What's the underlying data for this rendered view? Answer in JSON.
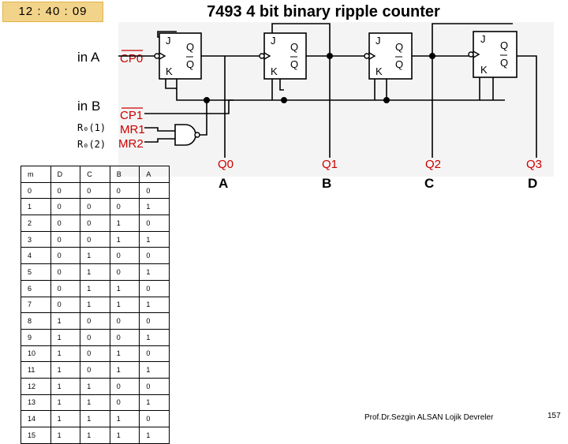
{
  "timer": "12 : 40 : 09",
  "title": "7493 4 bit binary ripple counter",
  "inputs": {
    "in_a": "in A",
    "in_b": "in B",
    "r0_1": "R₀(1)",
    "r0_2": "R₀(2)"
  },
  "pins": {
    "cp0": "CP0",
    "cp1": "CP1",
    "mr1": "MR1",
    "mr2": "MR2"
  },
  "flipflop": {
    "j": "J",
    "k": "K",
    "q": "Q",
    "qbar": "Q"
  },
  "outputs": {
    "q": [
      "Q0",
      "Q1",
      "Q2",
      "Q3"
    ],
    "letters": [
      "A",
      "B",
      "C",
      "D"
    ]
  },
  "colors": {
    "pin_red": "#cc0000",
    "timer_bg": "#f2d38a",
    "line": "#000000"
  },
  "truth_table": {
    "headers": [
      "m",
      "D",
      "C",
      "B",
      "A"
    ],
    "rows": [
      [
        "0",
        "0",
        "0",
        "0",
        "0"
      ],
      [
        "1",
        "0",
        "0",
        "0",
        "1"
      ],
      [
        "2",
        "0",
        "0",
        "1",
        "0"
      ],
      [
        "3",
        "0",
        "0",
        "1",
        "1"
      ],
      [
        "4",
        "0",
        "1",
        "0",
        "0"
      ],
      [
        "5",
        "0",
        "1",
        "0",
        "1"
      ],
      [
        "6",
        "0",
        "1",
        "1",
        "0"
      ],
      [
        "7",
        "0",
        "1",
        "1",
        "1"
      ],
      [
        "8",
        "1",
        "0",
        "0",
        "0"
      ],
      [
        "9",
        "1",
        "0",
        "0",
        "1"
      ],
      [
        "10",
        "1",
        "0",
        "1",
        "0"
      ],
      [
        "11",
        "1",
        "0",
        "1",
        "1"
      ],
      [
        "12",
        "1",
        "1",
        "0",
        "0"
      ],
      [
        "13",
        "1",
        "1",
        "0",
        "1"
      ],
      [
        "14",
        "1",
        "1",
        "1",
        "0"
      ],
      [
        "15",
        "1",
        "1",
        "1",
        "1"
      ]
    ]
  },
  "footer": {
    "author": "Prof.Dr.Sezgin ALSAN  Lojik Devreler",
    "page": "157"
  }
}
